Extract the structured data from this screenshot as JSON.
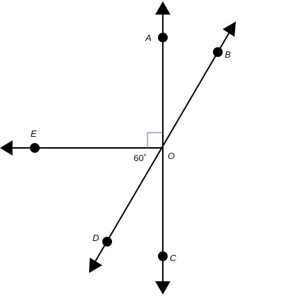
{
  "figure": {
    "points": {
      "A": "A",
      "B": "B",
      "C": "C",
      "D": "D",
      "E": "E",
      "O": "O"
    },
    "angle_label": "60˚",
    "colors": {
      "stroke": "#000000",
      "right_angle_mark": "#8a4f9e"
    }
  }
}
